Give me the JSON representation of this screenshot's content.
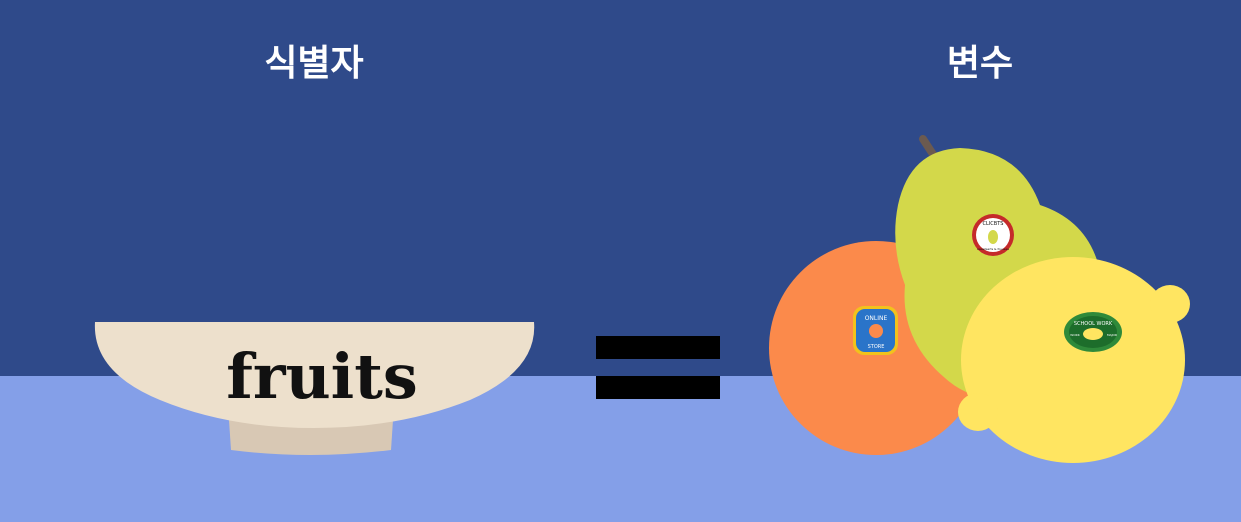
{
  "labels": {
    "identifier": "식별자",
    "variable": "변수"
  },
  "bowl": {
    "text": "fruits"
  },
  "stickers": {
    "orange_top": "ONLINE",
    "orange_bottom": "STORE",
    "pear_top": "CLICBTS",
    "pear_bottom": "sweetsarts & fousees",
    "lemon_top": "SCHOOL WORK",
    "lemon_left": "WORK",
    "lemon_right": "MAJOR"
  },
  "colors": {
    "wall": "#2f4a8a",
    "table": "#849fe8",
    "bowl": "#ede0cc",
    "bowl_base": "#d8c8b4",
    "orange": "#fb8a4b",
    "pear": "#d3d84a",
    "lemon": "#ffe561",
    "equals": "#000000"
  },
  "icons": [
    "bowl-icon",
    "equals-sign-icon",
    "orange-icon",
    "pear-icon",
    "lemon-icon"
  ]
}
